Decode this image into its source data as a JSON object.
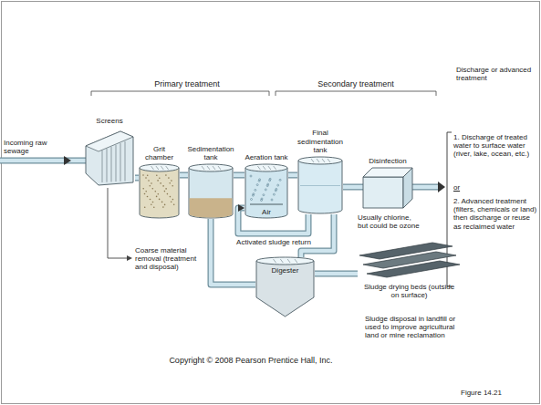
{
  "diagram": {
    "caption": "Figure 14.21",
    "nodes": [
      {
        "text": [
          "Screens"
        ]
      },
      {
        "text": [
          "Grit chamber"
        ]
      },
      {
        "text": [
          "Sedimentation tank"
        ]
      },
      {
        "text": [
          "Aeration tank",
          "Air"
        ]
      },
      {
        "text": [
          "Final sedimentation tank"
        ]
      },
      {
        "text": [
          "Disinfection"
        ]
      },
      {
        "text": [
          "Digester"
        ]
      },
      {
        "text": [
          "Sludge drying beds (outside on surface)"
        ]
      }
    ],
    "edges": [
      {
        "from": 0,
        "to": 1,
        "arrow": "none"
      },
      {
        "from": 1,
        "to": 2,
        "arrow": "none"
      },
      {
        "from": 2,
        "to": 3,
        "arrow": "none"
      },
      {
        "from": 3,
        "to": 4,
        "arrow": "none"
      },
      {
        "from": 4,
        "to": 5,
        "arrow": "none"
      },
      {
        "from": 4,
        "to": 3,
        "label": "Activated sludge return",
        "arrow": "to"
      },
      {
        "from": 2,
        "to": 6,
        "arrow": "none"
      },
      {
        "from": 4,
        "to": 6,
        "arrow": "none"
      },
      {
        "from": 6,
        "to": 7,
        "arrow": "none"
      }
    ],
    "labels": [
      "Primary treatment",
      "Secondary treatment",
      "Discharge or advanced treatment",
      "Incoming raw sewage",
      "Coarse material removal (treatment and disposal)",
      "Usually chlorine, but could be ozone",
      "Sludge disposal in landfill or used to improve agricultural land or mine reclamation",
      "1. Discharge of treated water to surface water (river, lake, ocean, etc.)",
      "or",
      "2. Advanced treatment (filters, chemicals or land) then discharge or reuse as reclaimed water",
      "Copyright © 2008 Pearson Prentice Hall, Inc."
    ]
  }
}
